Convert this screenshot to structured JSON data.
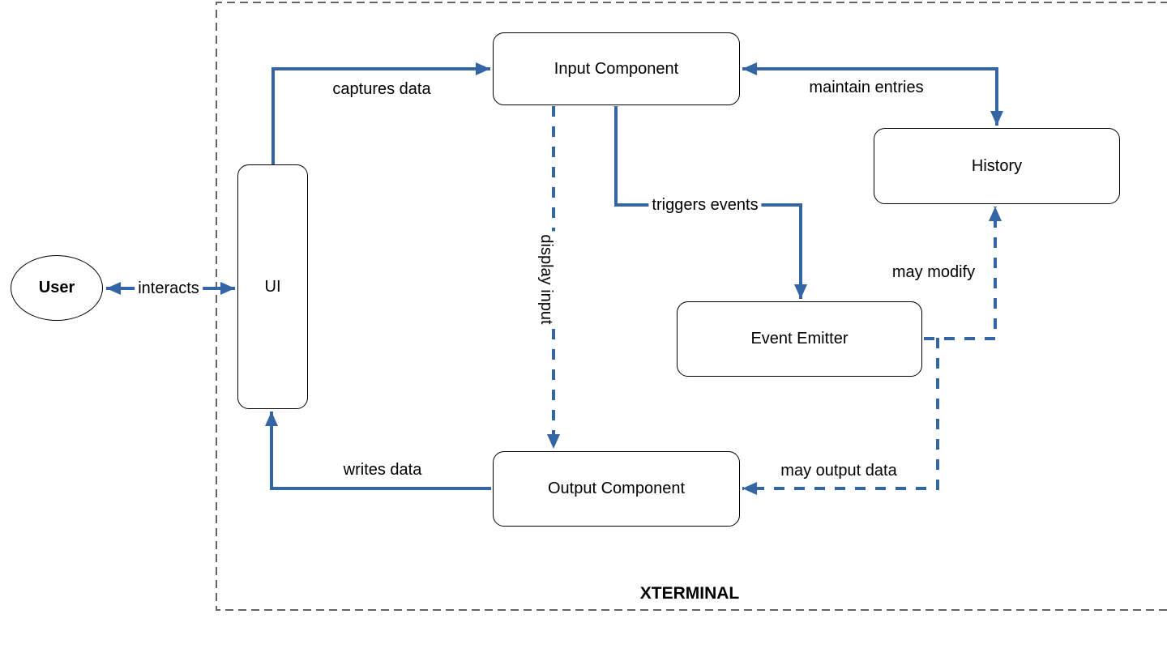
{
  "diagram": {
    "title": "XTERMINAL",
    "colors": {
      "accent": "#3465a4",
      "boundary": "#666666",
      "node_border": "#000000",
      "background": "#ffffff"
    },
    "nodes": {
      "user": {
        "label": "User",
        "shape": "ellipse"
      },
      "ui": {
        "label": "UI",
        "shape": "rounded-rect"
      },
      "input": {
        "label": "Input Component",
        "shape": "rounded-rect"
      },
      "history": {
        "label": "History",
        "shape": "rounded-rect"
      },
      "event_emitter": {
        "label": "Event Emitter",
        "shape": "rounded-rect"
      },
      "output": {
        "label": "Output Component",
        "shape": "rounded-rect"
      }
    },
    "edges": {
      "interacts": {
        "label": "interacts",
        "from": "user",
        "to": "ui",
        "style": "solid",
        "bidirectional": true
      },
      "captures_data": {
        "label": "captures data",
        "from": "ui",
        "to": "input",
        "style": "solid",
        "bidirectional": false
      },
      "maintain_entries": {
        "label": "maintain entries",
        "from": "input",
        "to": "history",
        "style": "solid",
        "bidirectional": true
      },
      "triggers_events": {
        "label": "triggers events",
        "from": "input",
        "to": "event_emitter",
        "style": "solid",
        "bidirectional": false
      },
      "display_input": {
        "label": "display input",
        "from": "input",
        "to": "output",
        "style": "dashed",
        "bidirectional": false
      },
      "writes_data": {
        "label": "writes data",
        "from": "output",
        "to": "ui",
        "style": "solid",
        "bidirectional": false
      },
      "may_modify": {
        "label": "may modify",
        "from": "event_emitter",
        "to": "history",
        "style": "dashed",
        "bidirectional": false
      },
      "may_output_data": {
        "label": "may output data",
        "from": "event_emitter",
        "to": "output",
        "style": "dashed",
        "bidirectional": false
      }
    }
  }
}
